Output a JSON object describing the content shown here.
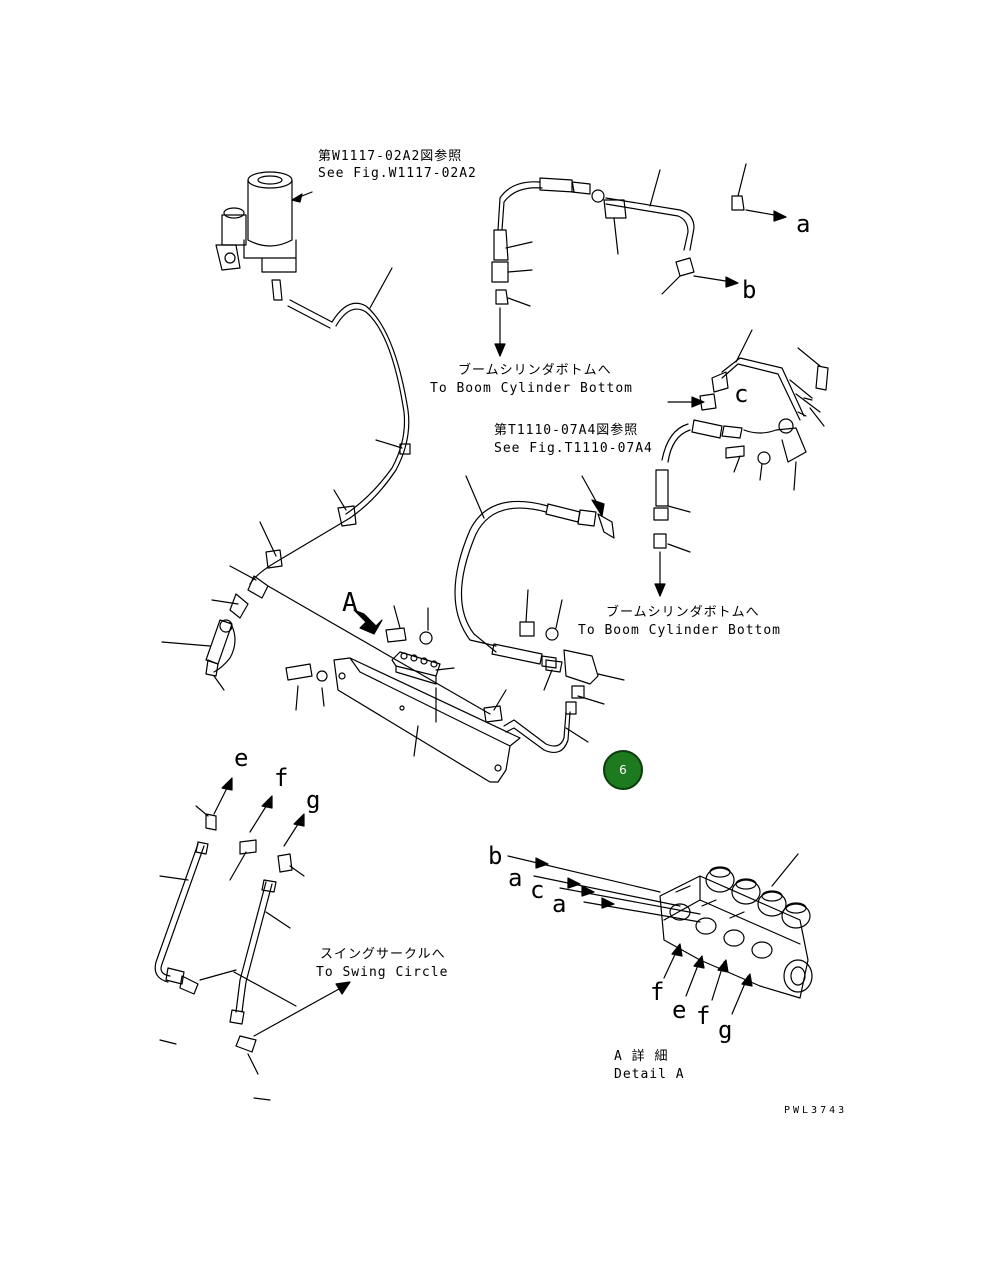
{
  "notes": {
    "top_left_jp": "第W1117-02A2図参照",
    "top_left_en": "See Fig.W1117-02A2",
    "boom1_jp": "ブームシリンダボトムへ",
    "boom1_en": "To Boom Cylinder Bottom",
    "mid_jp": "第T1110-07A4図参照",
    "mid_en": "See Fig.T1110-07A4",
    "boom2_jp": "ブームシリンダボトムへ",
    "boom2_en": "To Boom Cylinder Bottom",
    "swing_jp": "スイングサークルへ",
    "swing_en": "To Swing Circle",
    "detail_jp": "A 詳 細",
    "detail_en": "Detail A"
  },
  "letters": {
    "a": "a",
    "b": "b",
    "c": "c",
    "view_a": "A",
    "e": "e",
    "f": "f",
    "g": "g",
    "det_b": "b",
    "det_a1": "a",
    "det_c": "c",
    "det_a2": "a",
    "det_f1": "f",
    "det_e": "e",
    "det_f2": "f",
    "det_g": "g"
  },
  "badge": {
    "label": "6",
    "color": "#1e7a1e"
  },
  "drawing_code": "PWL3743"
}
